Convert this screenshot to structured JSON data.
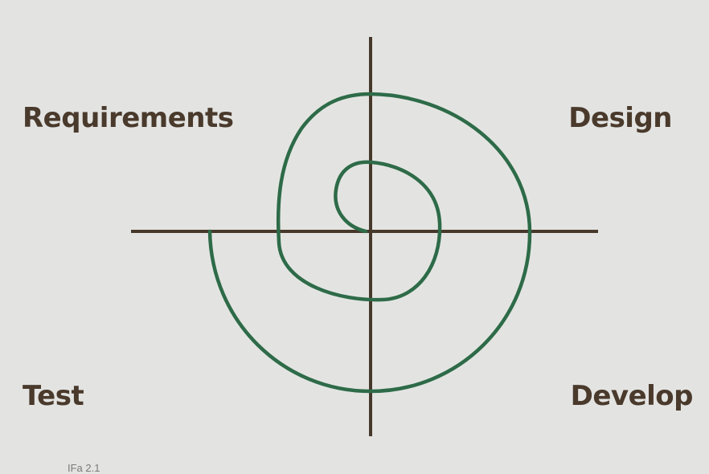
{
  "labels": {
    "top_left": "Requirements",
    "top_right": "Design",
    "bottom_left": "Test",
    "bottom_right": "Develop"
  },
  "caption": "IFa 2.1",
  "colors": {
    "background": "#e3e4e2",
    "axes": "#46382b",
    "spiral": "#2e6b48",
    "text": "#4a3a2c"
  }
}
